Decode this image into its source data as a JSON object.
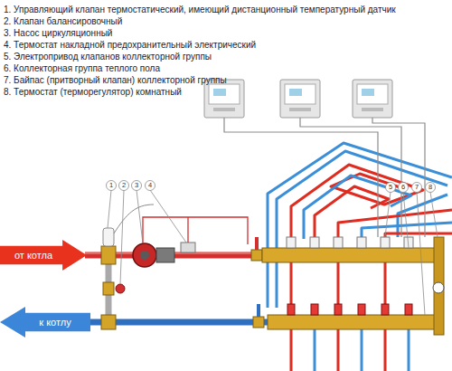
{
  "diagram": {
    "nodes": [
      {
        "text": [
          "от котла"
        ]
      },
      {
        "text": [
          "к котлу"
        ]
      }
    ],
    "labels": [
      "1. Управляющий клапан термостатический, имеющий дистанционный температурный датчик",
      "2. Клапан балансировочный",
      "3. Насос циркуляционный",
      "4. Термостат накладной предохранительный электрический",
      "5. Электропривод клапанов коллекторной группы",
      "6. Коллекторная группа теплого пола",
      "7. Байпас (притворный клапан) коллекторной группы",
      "8. Термостат (терморегулятор) комнатный",
      "1",
      "2",
      "3",
      "4",
      "5",
      "6",
      "7",
      "8"
    ]
  }
}
